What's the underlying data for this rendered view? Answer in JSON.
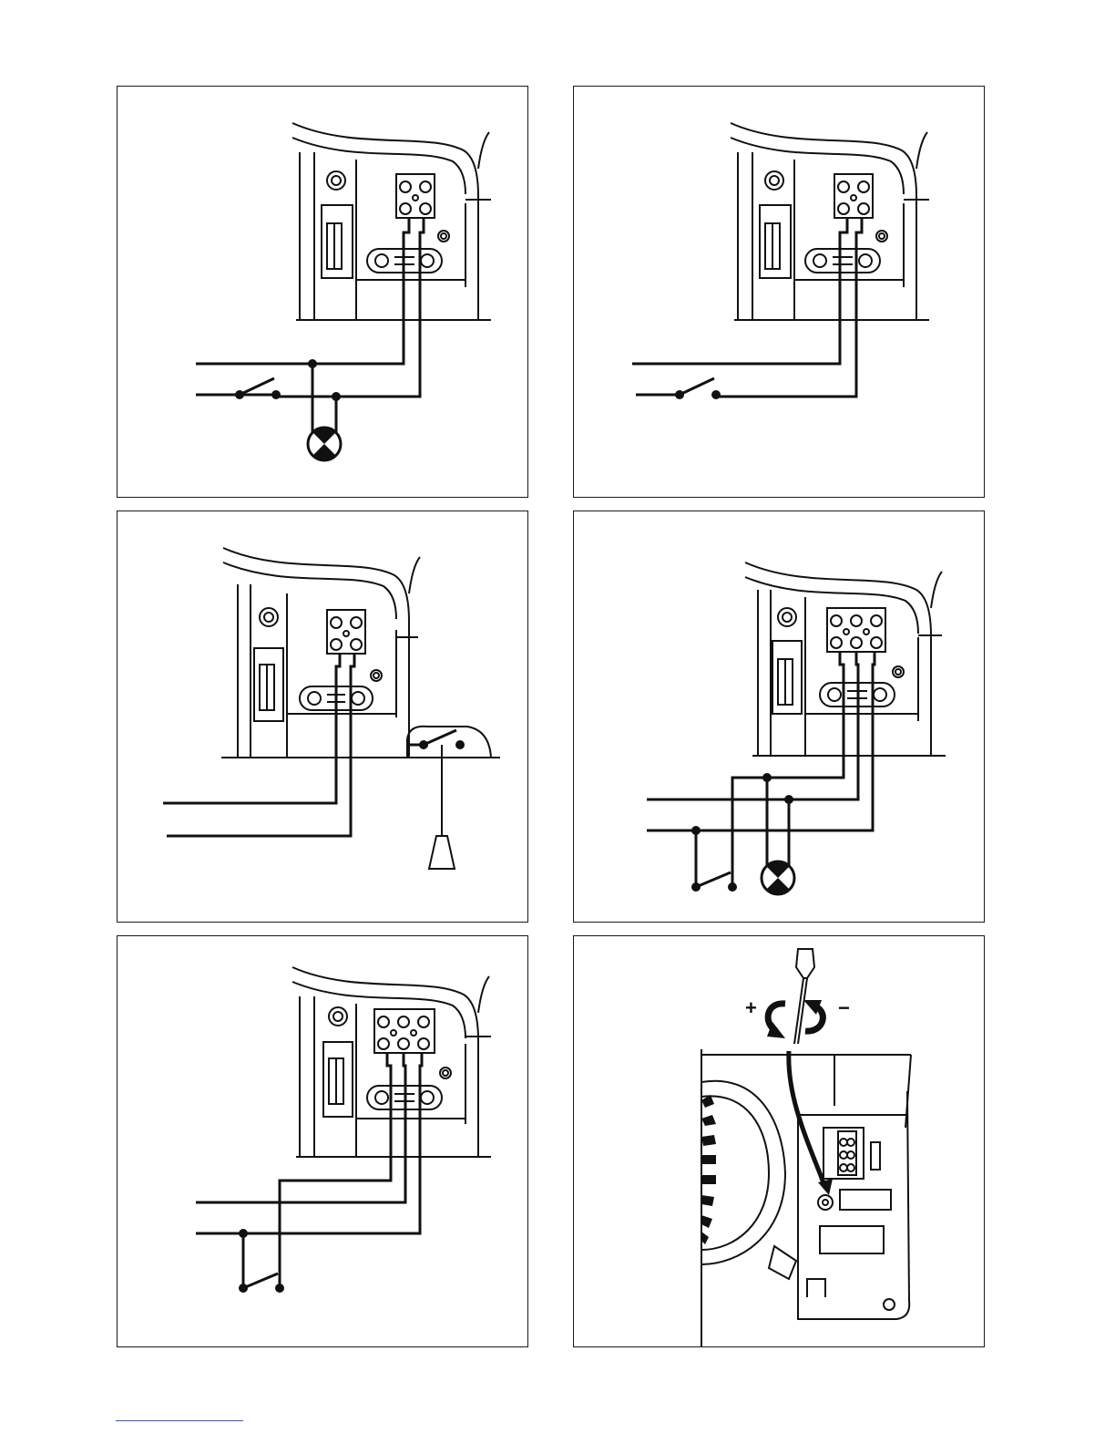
{
  "figures": [
    {
      "id": "fig-1",
      "terminals": 2,
      "circuit": "switch-with-lamp"
    },
    {
      "id": "fig-2",
      "terminals": 2,
      "circuit": "switch"
    },
    {
      "id": "fig-3",
      "terminals": 2,
      "circuit": "pull-cord-switch"
    },
    {
      "id": "fig-4",
      "terminals": 3,
      "circuit": "switch-with-lamp"
    },
    {
      "id": "fig-5",
      "terminals": 3,
      "circuit": "switch"
    },
    {
      "id": "fig-6",
      "circuit": "timer-adjustment"
    }
  ],
  "adjustment": {
    "plus": "+",
    "minus": "−"
  },
  "colors": {
    "line": "#111111",
    "background": "#ffffff",
    "footer_rule": "#3355cc"
  }
}
